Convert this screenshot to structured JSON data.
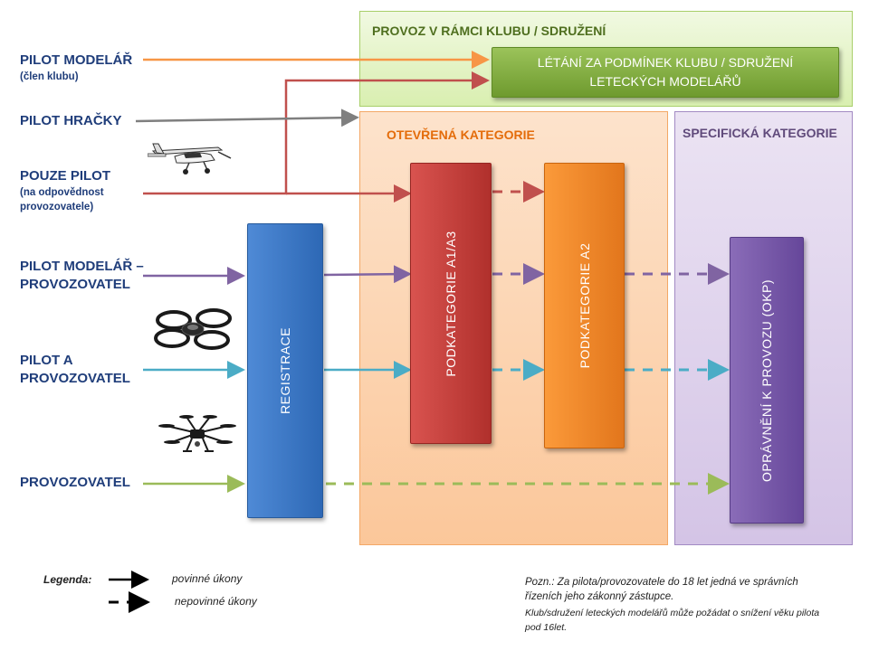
{
  "zones": {
    "club": {
      "title": "PROVOZ V RÁMCI KLUBU / SDRUŽENÍ"
    },
    "open": {
      "title": "OTEVŘENÁ KATEGORIE"
    },
    "specific": {
      "title": "SPECIFICKÁ KATEGORIE"
    }
  },
  "actors": [
    {
      "label": "PILOT MODELÁŘ",
      "sub": "(člen klubu)"
    },
    {
      "label": "PILOT HRAČKY",
      "sub": ""
    },
    {
      "label": "POUZE PILOT",
      "sub": "(na odpovědnost provozovatele)"
    },
    {
      "label": "PILOT MODELÁŘ – PROVOZOVATEL",
      "sub": ""
    },
    {
      "label": "PILOT A PROVOZOVATEL",
      "sub": ""
    },
    {
      "label": "PROVOZOVATEL",
      "sub": ""
    }
  ],
  "boxes": {
    "club_flying": "LÉTÁNÍ ZA PODMÍNEK KLUBU / SDRUŽENÍ LETECKÝCH MODELÁŘŮ",
    "registration": "REGISTRACE",
    "a1a3": "PODKATEGORIE A1/A3",
    "a2": "PODKATEGORIE A2",
    "okp": "OPRÁVNĚNÍ K PROVOZU (OKP)"
  },
  "legend": {
    "title": "Legenda:",
    "solid": "povinné úkony",
    "dashed": "nepovinné úkony"
  },
  "note": {
    "line1": "Pozn.: Za pilota/provozovatele do 18 let jedná ve správních řízeních jeho zákonný zástupce.",
    "line2": "Klub/sdružení leteckých modelářů může požádat o snížení věku pilota pod 16let."
  },
  "icons": [
    "airplane-icon",
    "quadcopter-drone-icon",
    "hexacopter-drone-icon"
  ],
  "colors": {
    "orange_line": "#f79646",
    "red_line": "#c0504d",
    "gray_line": "#7f7f7f",
    "purple_line": "#8064a2",
    "teal_line": "#4bacc6",
    "green_line": "#9bbb59",
    "actor_text": "#1f3d7a"
  }
}
